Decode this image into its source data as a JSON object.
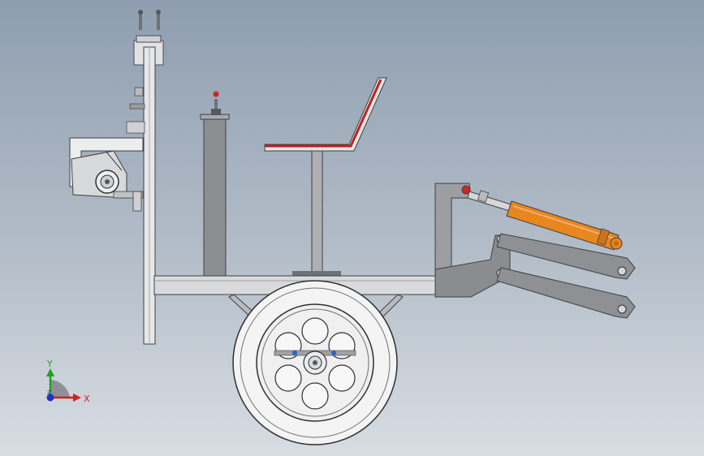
{
  "viewport": {
    "background_top": "#8e9eb0",
    "background_bottom": "#d8dde3"
  },
  "model": {
    "accent_cylinder": "#e8861f",
    "accent_seat_trim": "#c0211f",
    "frame_color": "#8a8c90",
    "frame_light": "#d6d6d8",
    "tire_color": "#f4f4f4"
  },
  "triad": {
    "x_label": "X",
    "y_label": "Y",
    "z_label": "Z",
    "x_color": "#d02020",
    "y_color": "#20a020",
    "z_color": "#2030d0"
  }
}
